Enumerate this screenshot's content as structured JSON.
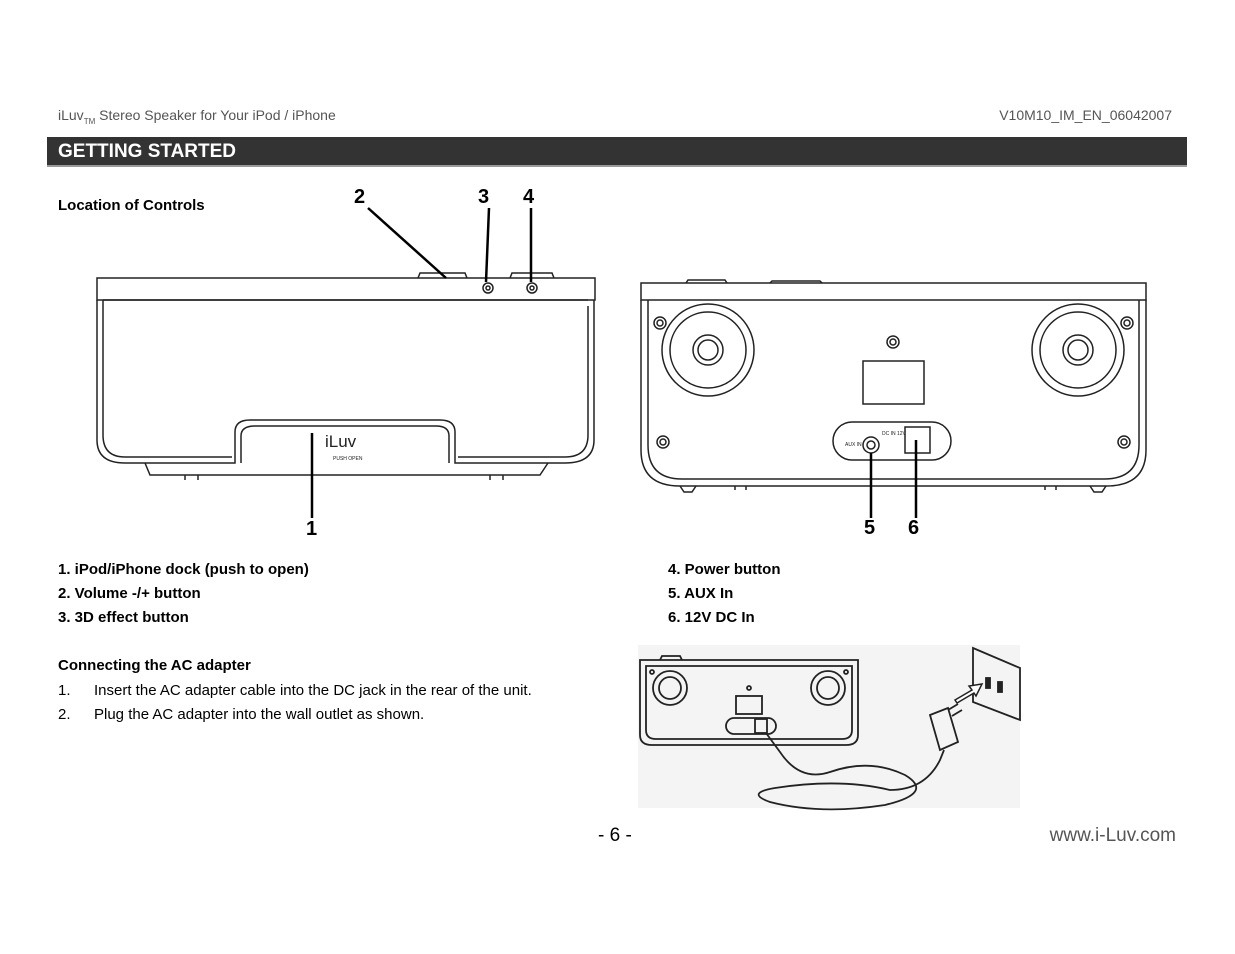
{
  "header": {
    "brand": "iLuv",
    "brand_tm": "TM",
    "product": "Stereo Speaker for Your iPod / iPhone",
    "doc_code": "V10M10_IM_EN_06042007"
  },
  "section": {
    "title": "GETTING STARTED"
  },
  "controls": {
    "title": "Location of Controls",
    "callouts": [
      "1",
      "2",
      "3",
      "4",
      "5",
      "6"
    ],
    "items": [
      "1. iPod/iPhone dock (push to open)",
      "2. Volume -/+ button",
      "3. 3D effect button",
      "4. Power button",
      "5. AUX In",
      "6. 12V DC In"
    ]
  },
  "device_labels": {
    "logo": "iLuv",
    "push_open": "PUSH OPEN",
    "aux_in": "AUX IN",
    "dc_in": "DC IN 12V"
  },
  "ac_adapter": {
    "title": "Connecting the AC adapter",
    "steps": [
      {
        "num": "1.",
        "text": "Insert the AC adapter cable into the DC jack in the rear of the unit."
      },
      {
        "num": "2.",
        "text": "Plug the AC adapter into the wall outlet as shown."
      }
    ]
  },
  "footer": {
    "page": "- 6 -",
    "website": "www.i-Luv.com"
  }
}
